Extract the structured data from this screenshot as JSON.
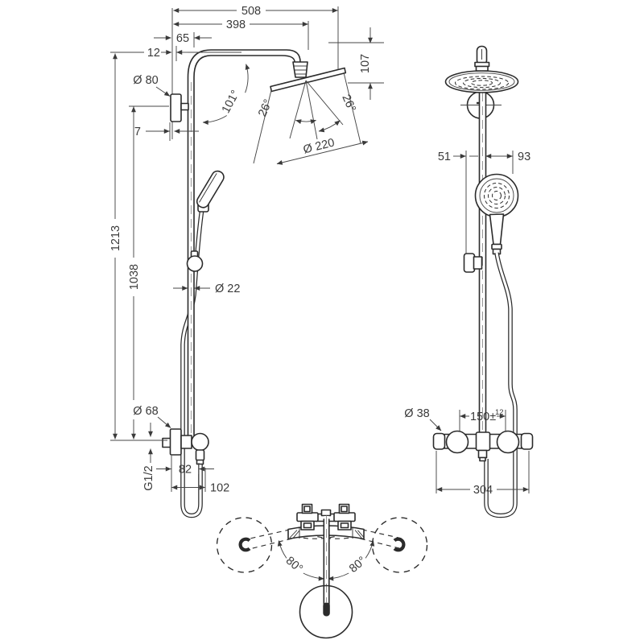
{
  "drawing_title": "shower pipe technical drawing",
  "colors": {
    "line": "#2b2b2b",
    "dim": "#474747",
    "text": "#3a3a3a",
    "background": "#ffffff"
  },
  "views": {
    "side": {
      "dims": {
        "w508": "508",
        "w398": "398",
        "w65": "65",
        "w12": "12",
        "h107": "107",
        "dia80": "Ø 80",
        "g7": "7",
        "h1213": "1213",
        "h1038": "1038",
        "a101": "101°",
        "a26_left": "26°",
        "a26_right": "26°",
        "dia220": "Ø 220",
        "dia22": "Ø 22",
        "dia68": "Ø 68",
        "thread": "G1/2",
        "w82": "82",
        "w102": "102"
      }
    },
    "front": {
      "dims": {
        "w51": "51",
        "w93": "93",
        "dia38": "Ø 38",
        "w150": "150±",
        "w150_tol": "12",
        "w304": "304"
      }
    },
    "top": {
      "dims": {
        "a80_left": "80°",
        "a80_right": "80°"
      }
    }
  }
}
